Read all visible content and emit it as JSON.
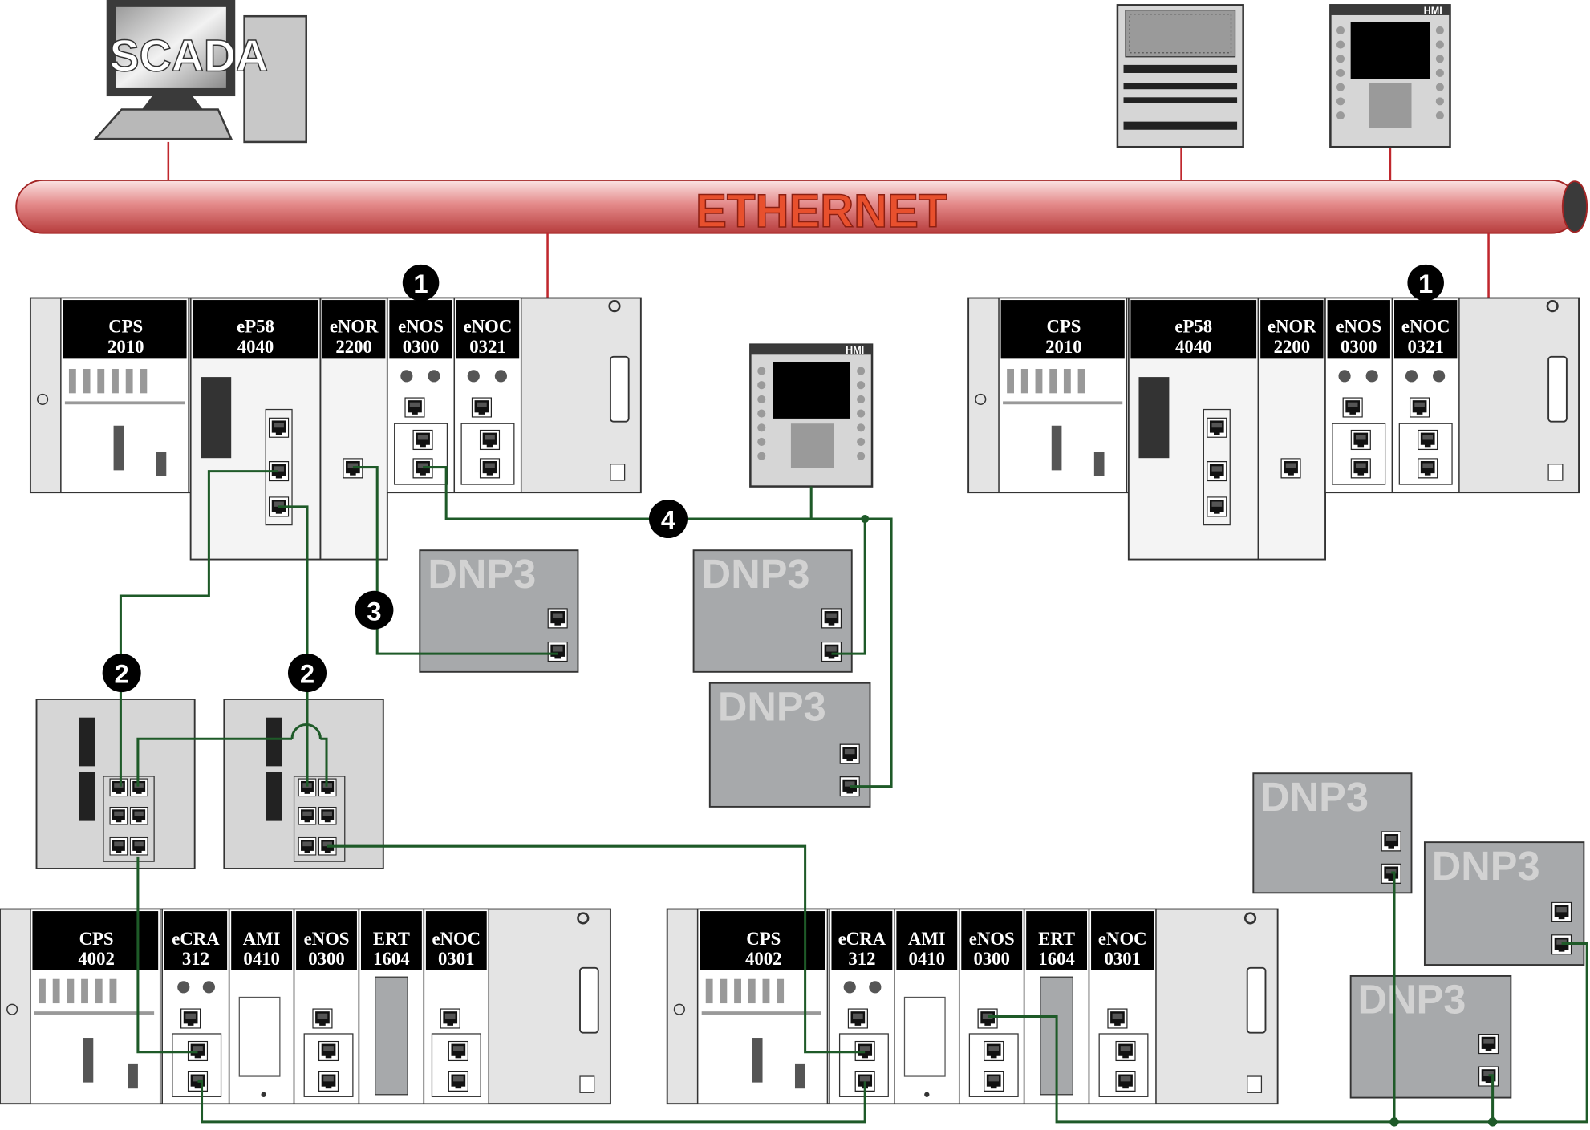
{
  "network": {
    "label": "ETHERNET"
  },
  "scada": {
    "label": "SCADA"
  },
  "hmi_label": "HMI",
  "dnp3_label": "DNP3",
  "callouts": [
    "1",
    "1",
    "2",
    "2",
    "3",
    "4"
  ],
  "racks": {
    "top_left": {
      "modules": [
        [
          "CPS",
          "2010"
        ],
        [
          "eP58",
          "4040"
        ],
        [
          "eNOR",
          "2200"
        ],
        [
          "eNOS",
          "0300"
        ],
        [
          "eNOC",
          "0321"
        ]
      ]
    },
    "top_right": {
      "modules": [
        [
          "CPS",
          "2010"
        ],
        [
          "eP58",
          "4040"
        ],
        [
          "eNOR",
          "2200"
        ],
        [
          "eNOS",
          "0300"
        ],
        [
          "eNOC",
          "0321"
        ]
      ]
    },
    "bottom_left": {
      "modules": [
        [
          "CPS",
          "4002"
        ],
        [
          "eCRA",
          "312"
        ],
        [
          "AMI",
          "0410"
        ],
        [
          "eNOS",
          "0300"
        ],
        [
          "ERT",
          "1604"
        ],
        [
          "eNOC",
          "0301"
        ]
      ]
    },
    "bottom_right": {
      "modules": [
        [
          "CPS",
          "4002"
        ],
        [
          "eCRA",
          "312"
        ],
        [
          "AMI",
          "0410"
        ],
        [
          "eNOS",
          "0300"
        ],
        [
          "ERT",
          "1604"
        ],
        [
          "eNOC",
          "0301"
        ]
      ]
    }
  },
  "colors": {
    "ethernet": "#c0272d",
    "link": "#1e5a28",
    "dnp3_box": "#a7a9ab",
    "module_header": "#000000"
  }
}
